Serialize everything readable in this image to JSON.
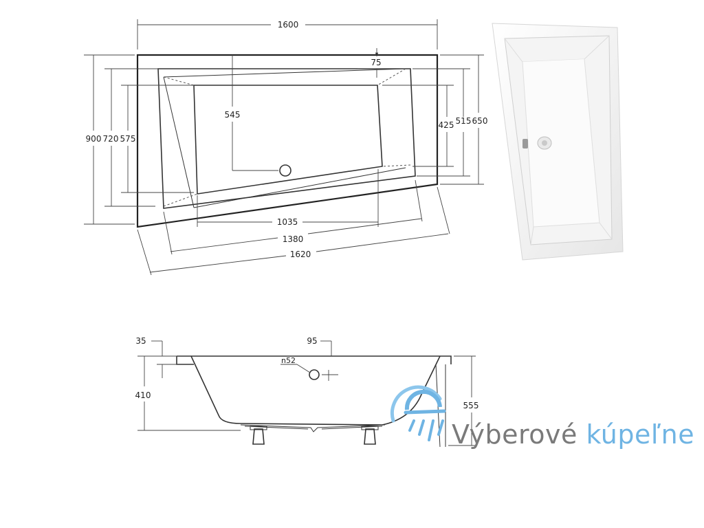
{
  "top_view": {
    "dim_width_top": "1600",
    "dim_rim_inset": "75",
    "dim_depth_545": "545",
    "dim_left_900": "900",
    "dim_left_720": "720",
    "dim_left_575": "575",
    "dim_right_425": "425",
    "dim_right_515": "515",
    "dim_right_650": "650",
    "dim_bottom_1035": "1035",
    "dim_bottom_1380": "1380",
    "dim_bottom_1620": "1620"
  },
  "side_view": {
    "dim_rim_35": "35",
    "dim_rim_95": "95",
    "dim_overflow": "n52",
    "dim_height_410": "410",
    "dim_height_555": "555"
  },
  "brand": {
    "word1": "Výberové",
    "word2": "kúpeľne",
    "colors": {
      "grey": "#7a7a7a",
      "blue": "#6fb4e3"
    }
  },
  "photo": {
    "icon": "bathtub-photo"
  }
}
